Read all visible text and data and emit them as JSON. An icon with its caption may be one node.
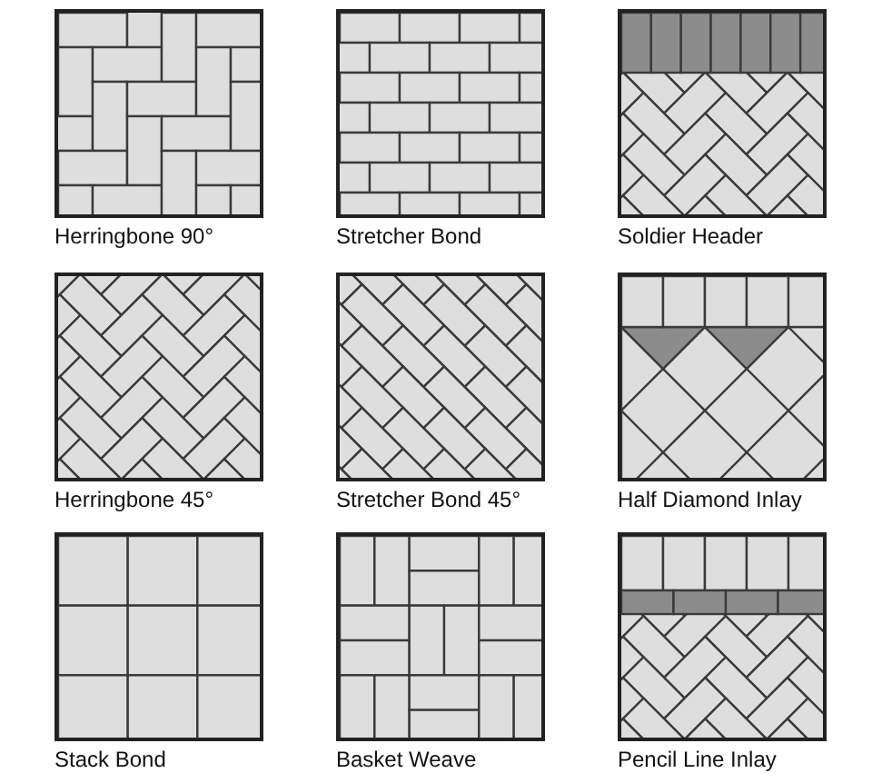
{
  "diagram": {
    "nodes": [
      {
        "text": [
          "Herringbone 90°"
        ]
      },
      {
        "text": [
          "Stretcher Bond"
        ]
      },
      {
        "text": [
          "Soldier Header"
        ]
      },
      {
        "text": [
          "Herringbone 45°"
        ]
      },
      {
        "text": [
          "Stretcher Bond 45°"
        ]
      },
      {
        "text": [
          "Half Diamond Inlay"
        ]
      },
      {
        "text": [
          "Stack Bond"
        ]
      },
      {
        "text": [
          "Basket Weave"
        ]
      },
      {
        "text": [
          "Pencil Line Inlay"
        ]
      }
    ]
  }
}
